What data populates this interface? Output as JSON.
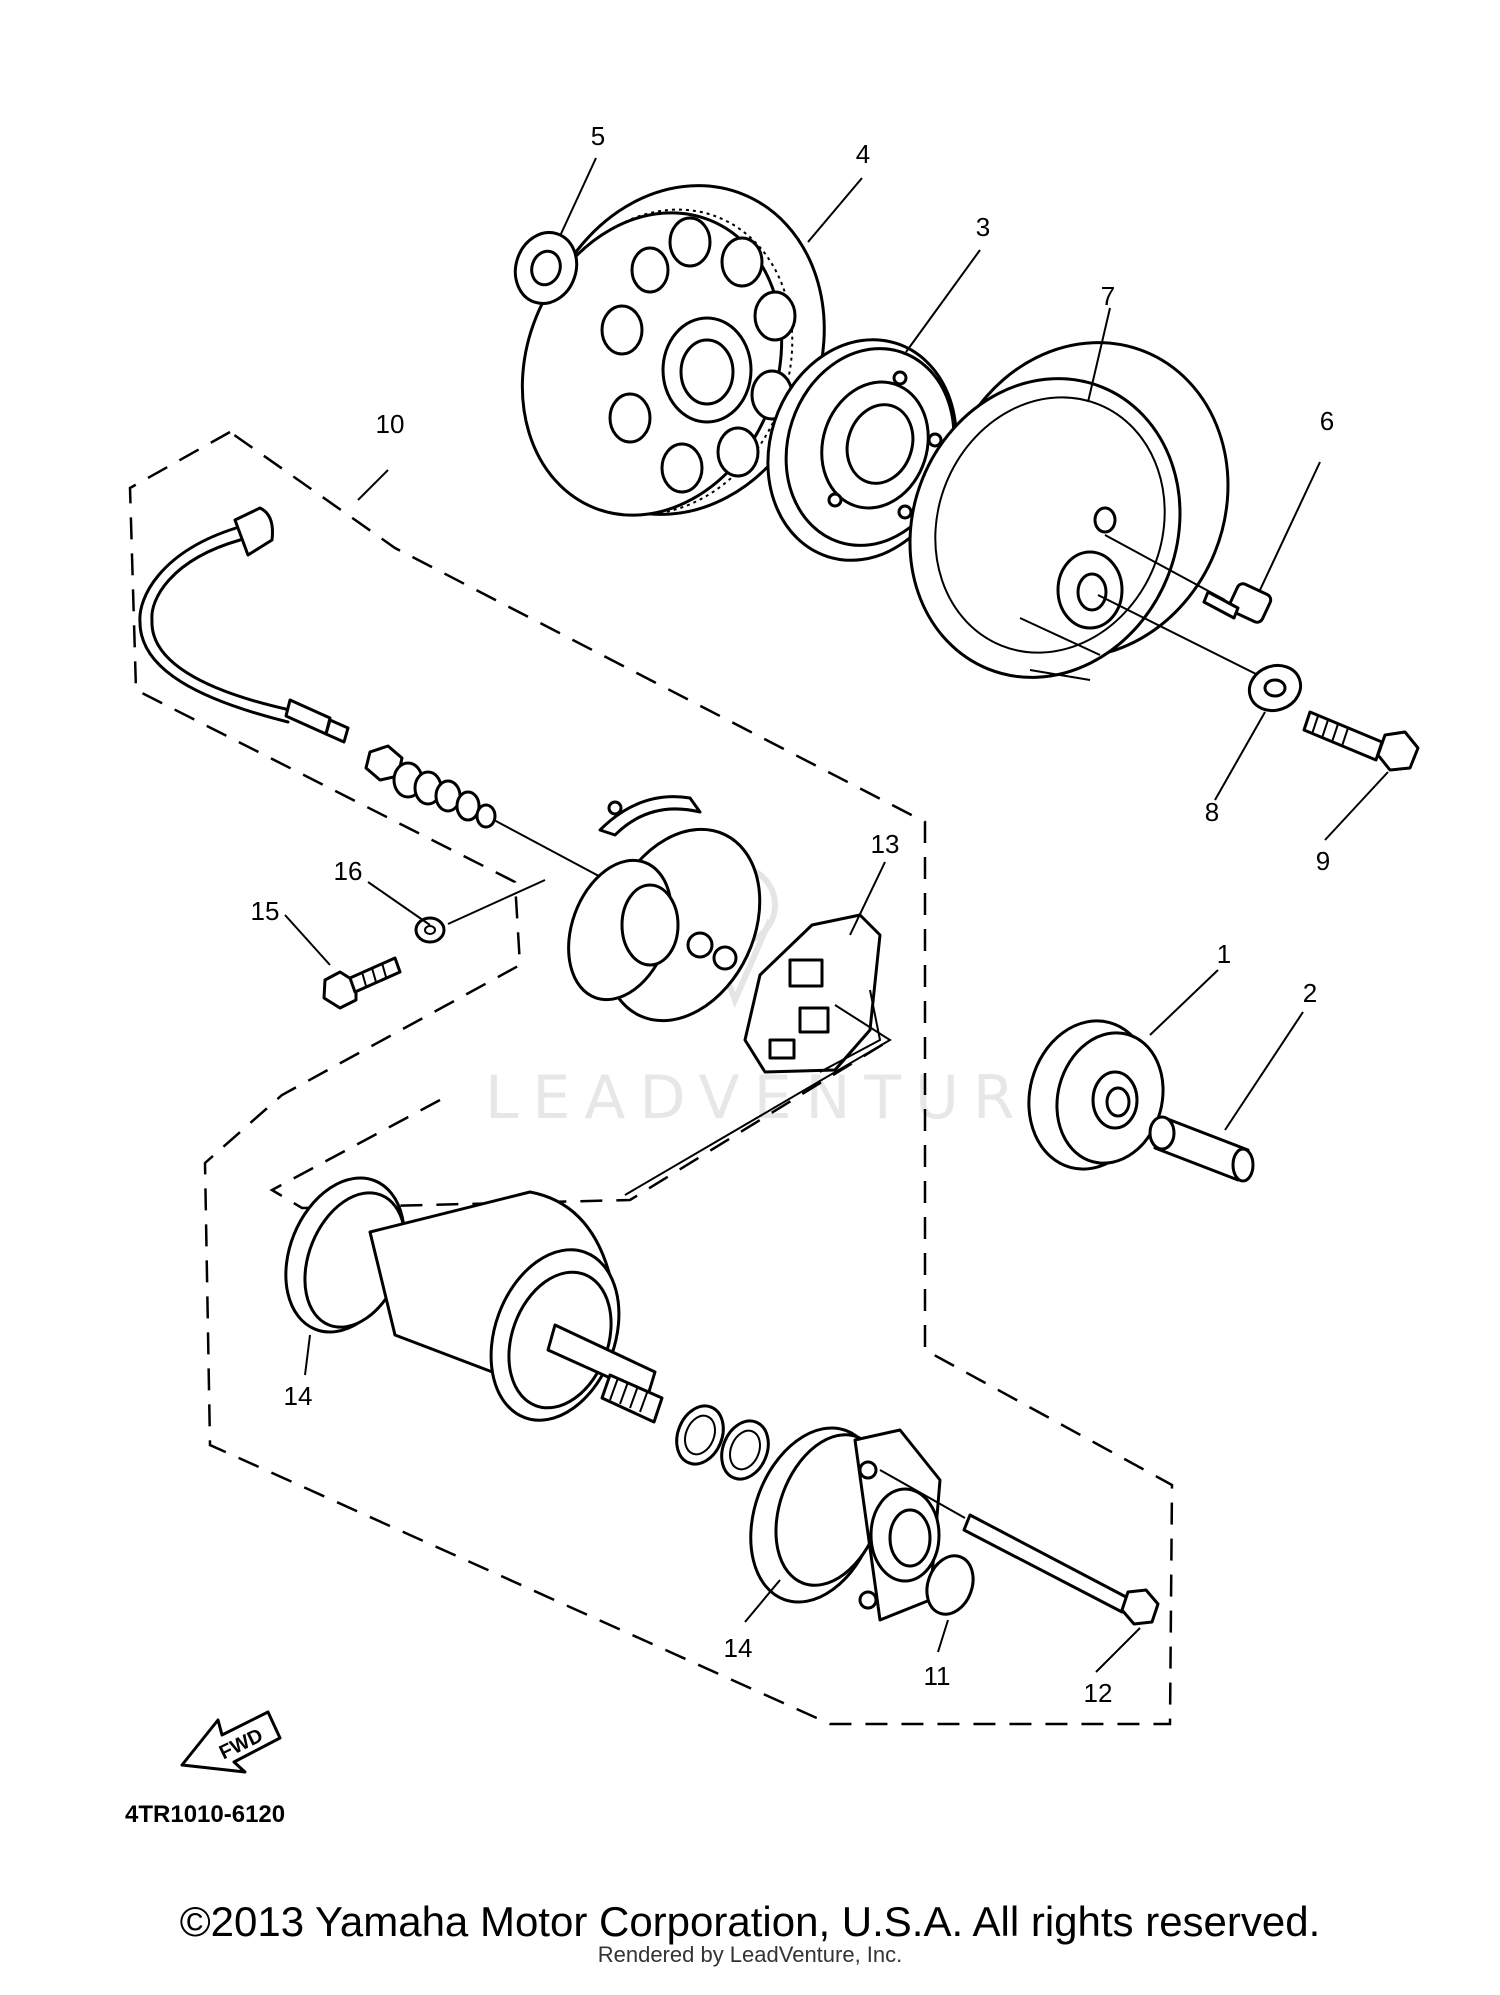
{
  "callouts": [
    "1",
    "2",
    "3",
    "4",
    "5",
    "6",
    "7",
    "8",
    "9",
    "10",
    "11",
    "12",
    "13",
    "14",
    "14",
    "15",
    "16"
  ],
  "fwd_label": "FWD",
  "diagram_code": "4TR1010-6120",
  "watermark": "LEADVENTURE",
  "copyright": "©2013 Yamaha Motor Corporation, U.S.A. All rights reserved.",
  "rendered_by": "Rendered by LeadVenture, Inc."
}
